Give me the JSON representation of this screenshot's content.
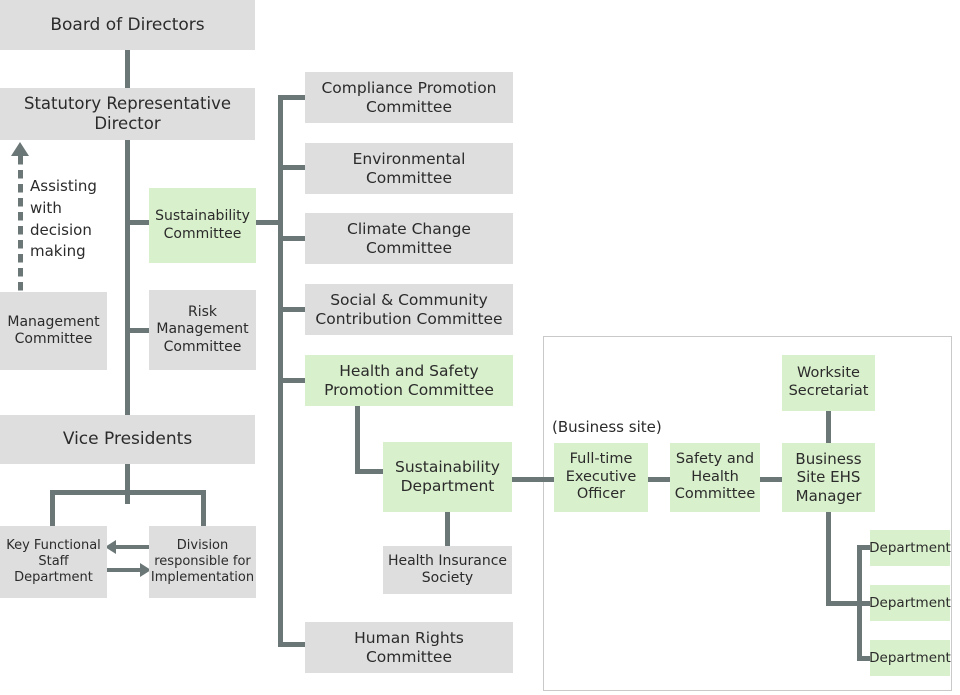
{
  "colors": {
    "gray_box": "#dedede",
    "green_box": "#d9f0cc",
    "connector": "#6b7776",
    "panel_border": "#c9c9c9",
    "text": "#2b2b2b"
  },
  "governance": {
    "board": "Board of Directors",
    "statutory_director": "Statutory Representative\nDirector",
    "statutory_director_line1": "Statutory Representative",
    "statutory_director_line2": "Director",
    "vice_presidents": "Vice Presidents",
    "management_committee": "Management\nCommittee",
    "assisting_note": "Assisting\nwith\ndecision\nmaking",
    "key_functional_staff": "Key Functional\nStaff\nDepartment",
    "division_responsible": "Division\nresponsible for\nImplementation"
  },
  "side_committees": [
    {
      "label": "Sustainability\nCommittee",
      "style": "green"
    },
    {
      "label": "Risk\nManagement\nCommittee",
      "style": "gray"
    }
  ],
  "committees": [
    {
      "label": "Compliance Promotion\nCommittee",
      "style": "gray"
    },
    {
      "label": "Environmental\nCommittee",
      "style": "gray"
    },
    {
      "label": "Climate Change\nCommittee",
      "style": "gray"
    },
    {
      "label": "Social & Community\nContribution Committee",
      "style": "gray"
    },
    {
      "label": "Health and Safety\nPromotion Committee",
      "style": "green"
    },
    {
      "label": "Human Rights\nCommittee",
      "style": "gray"
    }
  ],
  "department": {
    "sustainability_department": "Sustainability\nDepartment",
    "health_insurance_society": "Health Insurance\nSociety"
  },
  "business_site": {
    "caption": "(Business site)",
    "full_time_executive_officer": "Full-time\nExecutive\nOfficer",
    "safety_and_health_committee": "Safety and\nHealth\nCommittee",
    "business_site_ehs_manager": "Business\nSite EHS\nManager",
    "worksite_secretariat": "Worksite\nSecretariat",
    "departments": [
      {
        "label": "Department"
      },
      {
        "label": "Department"
      },
      {
        "label": "Department"
      }
    ]
  }
}
